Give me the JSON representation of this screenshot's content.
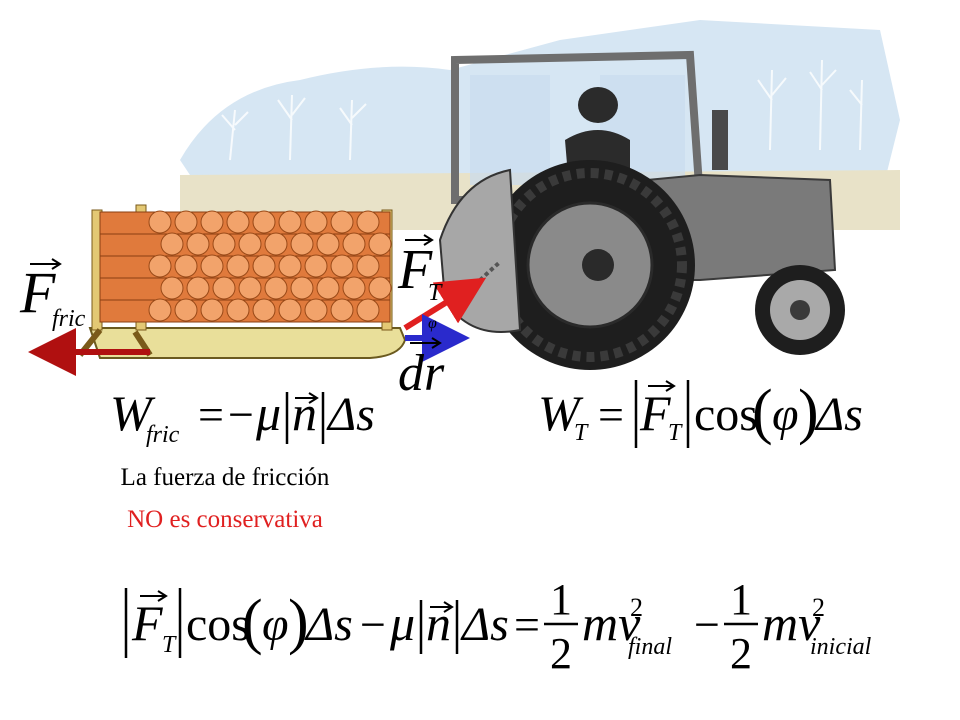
{
  "labels": {
    "force_friction_symbol": "F",
    "force_friction_subscript": "fric",
    "force_tension_symbol": "F",
    "force_tension_subscript": "T",
    "displacement_symbol": "dr",
    "angle_symbol": "φ"
  },
  "equations": {
    "work_friction": {
      "lhs_symbol": "W",
      "lhs_subscript": "fric",
      "equals": "=",
      "minus": "−",
      "mu": "μ",
      "normal": "n",
      "delta_s": "Δs"
    },
    "work_tension": {
      "lhs_symbol": "W",
      "lhs_subscript": "T",
      "equals": "=",
      "force_symbol": "F",
      "force_subscript": "T",
      "cos": "cos",
      "phi": "φ",
      "delta_s": "Δs"
    },
    "energy": {
      "force_symbol": "F",
      "force_subscript": "T",
      "cos": "cos",
      "phi": "φ",
      "delta_s_1": "Δs",
      "minus": "−",
      "mu": "μ",
      "normal": "n",
      "delta_s_2": "Δs",
      "equals": "=",
      "half_num_1": "1",
      "half_den_1": "2",
      "mv_1": "mv",
      "exp_1": "2",
      "sub_final": "final",
      "minus_2": "−",
      "half_num_2": "1",
      "half_den_2": "2",
      "mv_2": "mv",
      "exp_2": "2",
      "sub_initial": "inicial"
    }
  },
  "captions": {
    "line1": "La fuerza de fricción",
    "line2": "NO es conservativa"
  },
  "colors": {
    "friction_arrow": "#b01010",
    "tension_arrow": "#e02020",
    "displacement_arrow": "#2a2acc",
    "highlight_text": "#e02020"
  }
}
